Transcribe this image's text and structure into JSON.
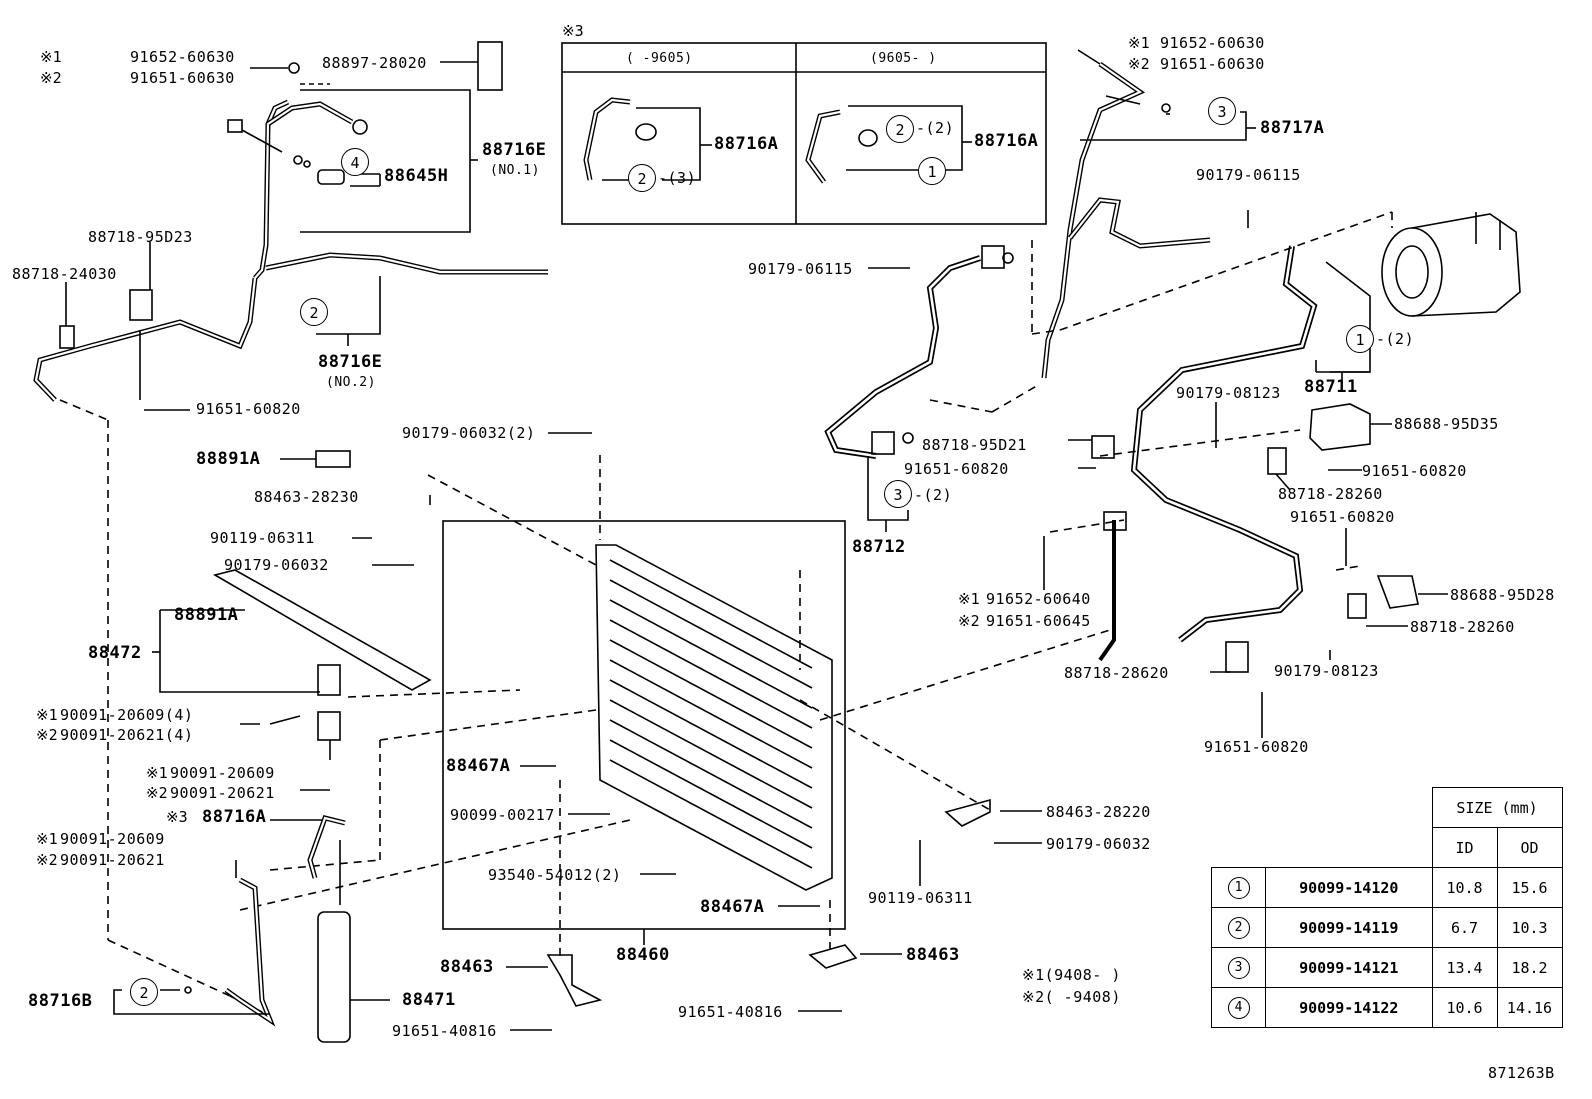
{
  "sheet_code": "871263B",
  "labels": {
    "p88897": "88897-28020",
    "c1_91652_60630_l": "91652-60630",
    "c2_91651_60630_l": "91651-60630",
    "p88716E1": "88716E",
    "p88716E1_note": "(NO.1)",
    "p88645H": "88645H",
    "p88716E2": "88716E",
    "p88716E2_note": "(NO.2)",
    "p88718_95D23": "88718-95D23",
    "p88718_24030": "88718-24030",
    "p91651_60820_a": "91651-60820",
    "p88891A_a": "88891A",
    "p88463_28230": "88463-28230",
    "p90119_06311_a": "90119-06311",
    "p90179_06032_a": "90179-06032",
    "p90179_06032_b": "90179-06032(2)",
    "p88891A_b": "88891A",
    "p88472": "88472",
    "c1_90091_20609_4": "90091-20609(4)",
    "c2_90091_20621_4": "90091-20621(4)",
    "c1_90091_20609_a": "90091-20609",
    "c2_90091_20621_a": "90091-20621",
    "c3_88716A": "88716A",
    "c1_90091_20609_b": "90091-20609",
    "c2_90091_20621_b": "90091-20621",
    "p88716B": "88716B",
    "p88471": "88471",
    "p91651_40816_a": "91651-40816",
    "p88463_a": "88463",
    "p88467A_a": "88467A",
    "p90099_00217": "90099-00217",
    "p93540_54012": "93540-54012(2)",
    "p88467A_b": "88467A",
    "p88460": "88460",
    "p88463_b": "88463",
    "p91651_40816_b": "91651-40816",
    "p88463_28220": "88463-28220",
    "p90179_06032_c": "90179-06032",
    "p90119_06311_b": "90119-06311",
    "inset_mark": "※3",
    "inset_col1": "(     -9605)",
    "inset_col2": "(9605-     )",
    "p88716A_1": "88716A",
    "p88716A_2": "88716A",
    "inset_paren3": "-(3)",
    "inset_paren2": "-(2)",
    "c1_91652_60630_r": "91652-60630",
    "c2_91651_60630_r": "91651-60630",
    "p88717A": "88717A",
    "p90179_06115_a": "90179-06115",
    "p90179_06115_b": "90179-06115",
    "p88711": "88711",
    "p88711_paren": "-(2)",
    "p90179_08123_a": "90179-08123",
    "p88688_95D35": "88688-95D35",
    "p88718_95D21": "88718-95D21",
    "p91651_60820_b": "91651-60820",
    "p91651_60820_c": "91651-60820",
    "p88718_28260_a": "88718-28260",
    "p91651_60820_d": "91651-60820",
    "p88712": "88712",
    "p88712_paren": "-(2)",
    "c1_91652_60640": "91652-60640",
    "c2_91651_60645": "91651-60645",
    "p88688_95D28": "88688-95D28",
    "p88718_28260_b": "88718-28260",
    "p88718_28620": "88718-28620",
    "p90179_08123_b": "90179-08123",
    "p91651_60820_e": "91651-60820",
    "note1": "※1(9408-     )",
    "note2": "※2(     -9408)"
  },
  "marks": {
    "m1": "※1",
    "m2": "※2",
    "m3": "※3"
  },
  "size_table": {
    "header": "SIZE (mm)",
    "col_id": "ID",
    "col_od": "OD",
    "rows": [
      {
        "ref": "1",
        "part": "90099-14120",
        "id": "10.8",
        "od": "15.6"
      },
      {
        "ref": "2",
        "part": "90099-14119",
        "id": "6.7",
        "od": "10.3"
      },
      {
        "ref": "3",
        "part": "90099-14121",
        "id": "13.4",
        "od": "18.2"
      },
      {
        "ref": "4",
        "part": "90099-14122",
        "id": "10.6",
        "od": "14.16"
      }
    ]
  }
}
